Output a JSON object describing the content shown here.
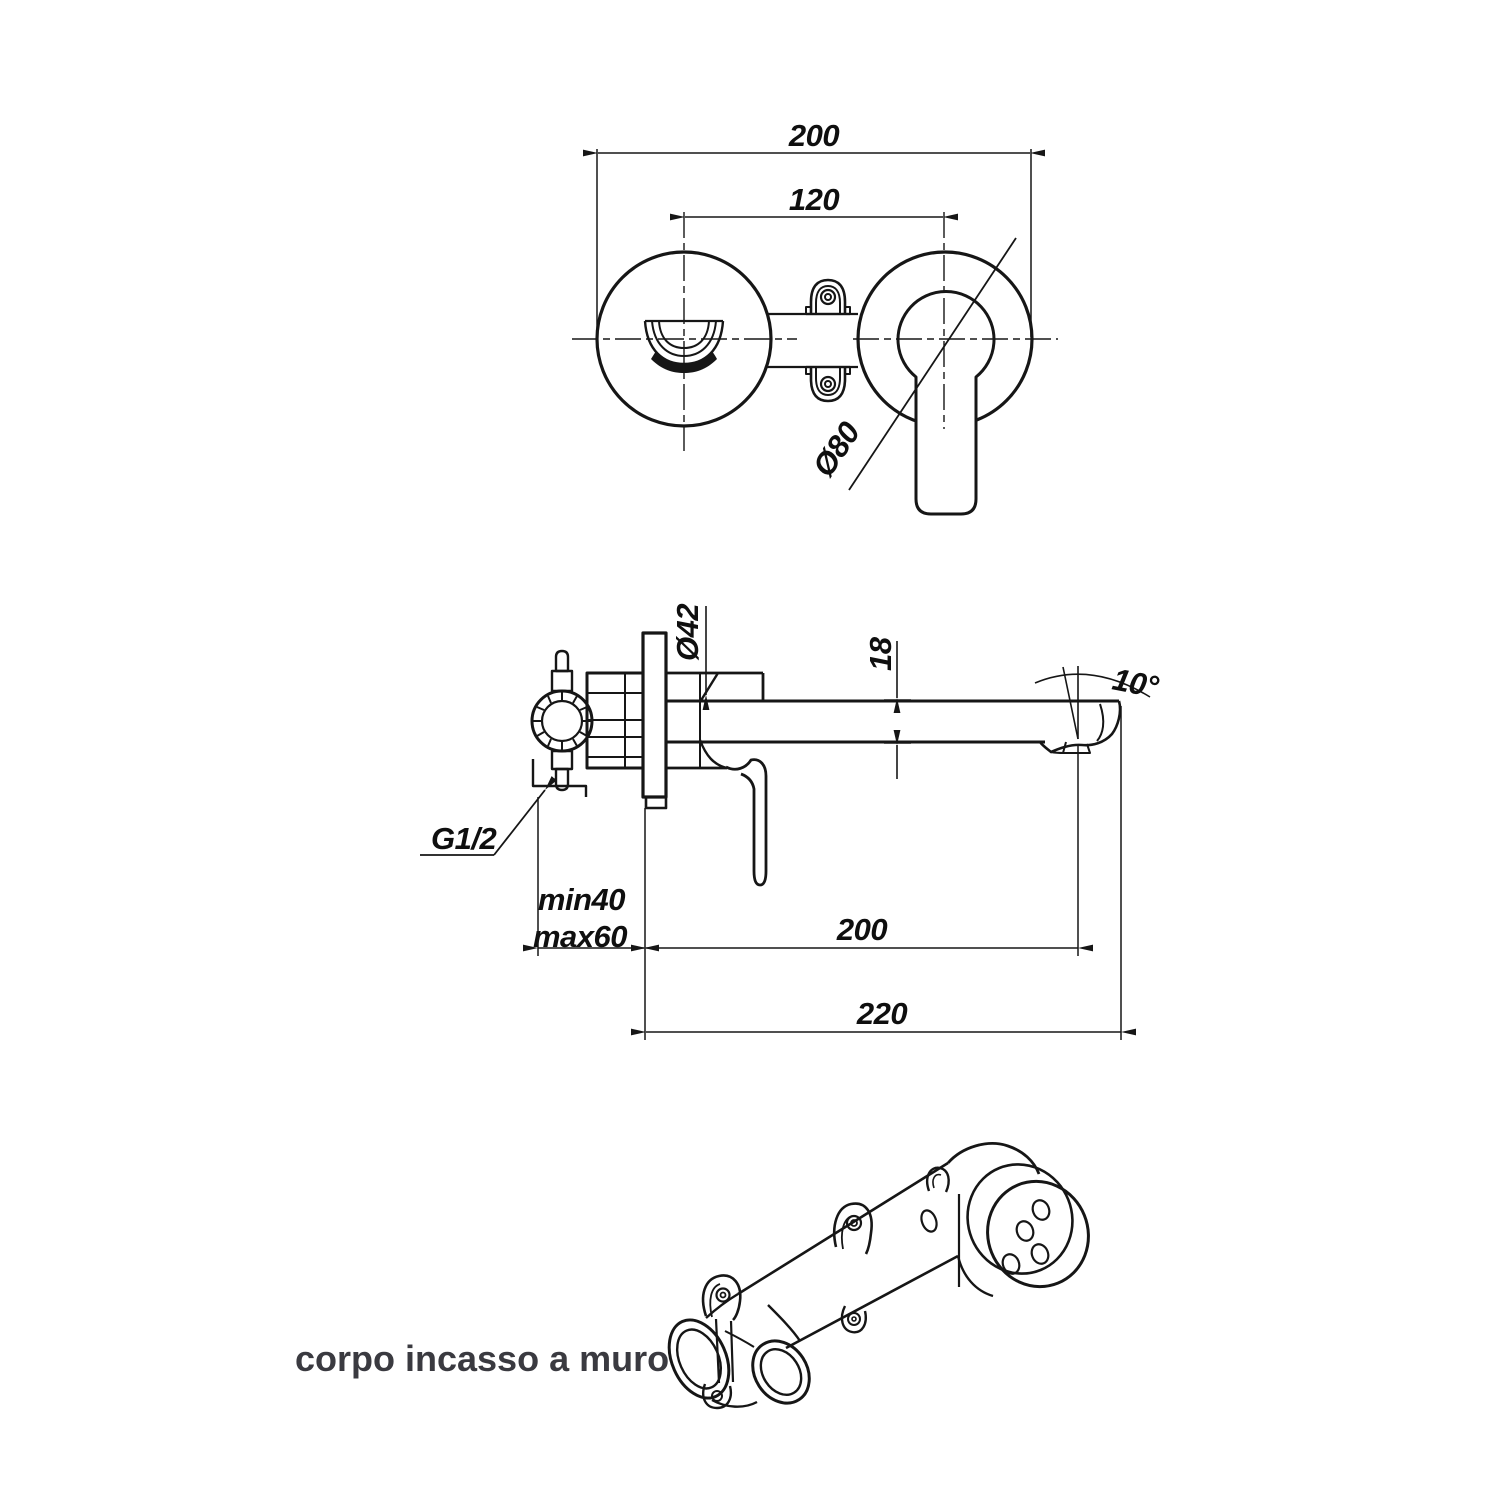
{
  "colors": {
    "line": "#161616",
    "text": "#0f0f0f",
    "caption": "#3a3a40",
    "background": "#ffffff"
  },
  "front_view": {
    "dim_width": "200",
    "dim_centers": "120",
    "dia_rosette": "Ø80"
  },
  "side_view": {
    "dia_escutcheon": "Ø42",
    "dim_spout_height": "18",
    "spout_angle": "10°",
    "thread": "G1/2",
    "depth_min": "min40",
    "depth_max": "max60",
    "dim_spout_reach": "200",
    "dim_overall": "220"
  },
  "iso_view": {
    "caption": "corpo incasso a muro"
  }
}
